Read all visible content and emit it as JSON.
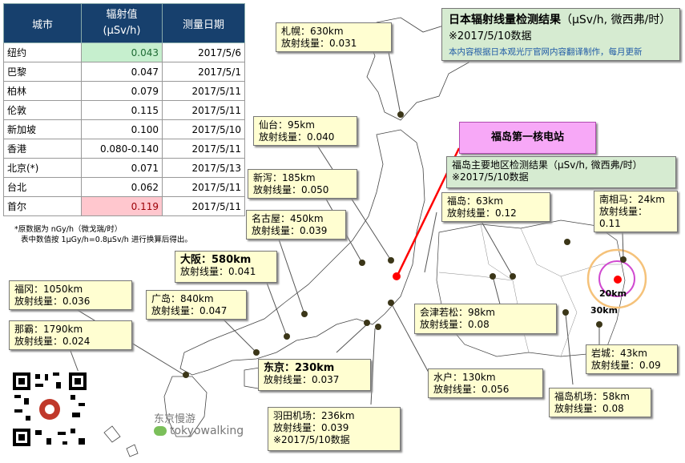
{
  "table": {
    "headers": {
      "city": "城市",
      "value_line1": "辐射值",
      "value_line2": "(μSv/h)",
      "date": "测量日期"
    },
    "rows": [
      {
        "city": "纽约",
        "value": "0.043",
        "date": "2017/5/6",
        "highlight": "green"
      },
      {
        "city": "巴黎",
        "value": "0.047",
        "date": "2017/5/1",
        "highlight": ""
      },
      {
        "city": "柏林",
        "value": "0.079",
        "date": "2017/5/11",
        "highlight": ""
      },
      {
        "city": "伦敦",
        "value": "0.115",
        "date": "2017/5/11",
        "highlight": ""
      },
      {
        "city": "新加坡",
        "value": "0.100",
        "date": "2017/5/10",
        "highlight": ""
      },
      {
        "city": "香港",
        "value": "0.080-0.140",
        "date": "2017/5/11",
        "highlight": ""
      },
      {
        "city": "北京(*)",
        "value": "0.071",
        "date": "2017/5/13",
        "highlight": ""
      },
      {
        "city": "台北",
        "value": "0.062",
        "date": "2017/5/11",
        "highlight": ""
      },
      {
        "city": "首尔",
        "value": "0.119",
        "date": "2017/5/11",
        "highlight": "pink"
      }
    ],
    "note_line1": "*原数据为 nGy/h（微戈瑞/时）",
    "note_line2": "表中数值按 1μGy/h=0.8μSv/h 进行换算后得出。"
  },
  "title": {
    "main": "日本辐射线量检测结果",
    "unit": "（μSv/h, 微西弗/时）",
    "date": "※2017/5/10数据",
    "note": "本内容根据日本观光厅官网内容翻译制作，每月更新"
  },
  "fukushima_plant": "福岛第一核电站",
  "fukushima_area": {
    "line1": "福岛主要地区检测结果（μSv/h, 微西弗/时）",
    "line2": "※2017/5/10数据"
  },
  "cities": [
    {
      "id": "sapporo",
      "line1": "札幌：630km",
      "line2": "放射线量：0.031"
    },
    {
      "id": "sendai",
      "line1": "仙台：95km",
      "line2": "放射线量：0.040"
    },
    {
      "id": "niigata",
      "line1": "新泻：185km",
      "line2": "放射线量：0.050"
    },
    {
      "id": "nagoya",
      "line1": "名古屋：450km",
      "line2": "放射线量：0.039"
    },
    {
      "id": "osaka",
      "line1": "大阪：580km",
      "line2": "放射线量：0.041"
    },
    {
      "id": "hiroshima",
      "line1": "广岛：840km",
      "line2": "放射线量：0.047"
    },
    {
      "id": "fukuoka",
      "line1": "福冈：1050km",
      "line2": "放射线量：0.036"
    },
    {
      "id": "naha",
      "line1": "那霸：1790km",
      "line2": "放射线量：0.024"
    },
    {
      "id": "tokyo",
      "line1": "东京：230km",
      "line2": "放射线量：0.037"
    },
    {
      "id": "haneda",
      "line1": "羽田机场：236km",
      "line2": "放射线量：0.039",
      "line3": "※2017/5/10数据"
    },
    {
      "id": "mito",
      "line1": "水户：130km",
      "line2": "放射线量：0.056"
    },
    {
      "id": "aizu",
      "line1": "会津若松：98km",
      "line2": "放射线量：0.08"
    },
    {
      "id": "fukushima_city",
      "line1": "福岛：63km",
      "line2": "放射线量：0.12"
    },
    {
      "id": "minamisoma",
      "line1": "南相马：24km",
      "line2": "放射线量：",
      "line3": "0.11"
    },
    {
      "id": "iwaki",
      "line1": "岩城：43km",
      "line2": "放射线量：0.09"
    },
    {
      "id": "fukushima_airport",
      "line1": "福岛机场：58km",
      "line2": "放射线量：0.08"
    }
  ],
  "radius_labels": {
    "r20": "20km",
    "r30": "30km"
  },
  "brand": {
    "name": "东京慢游",
    "handle": "tokyowalking"
  },
  "colors": {
    "header": "#17406d",
    "box": "#fffed1",
    "green_box": "#d6ebd1",
    "plant": "#f7a8f7",
    "marker": "#ff0000"
  }
}
